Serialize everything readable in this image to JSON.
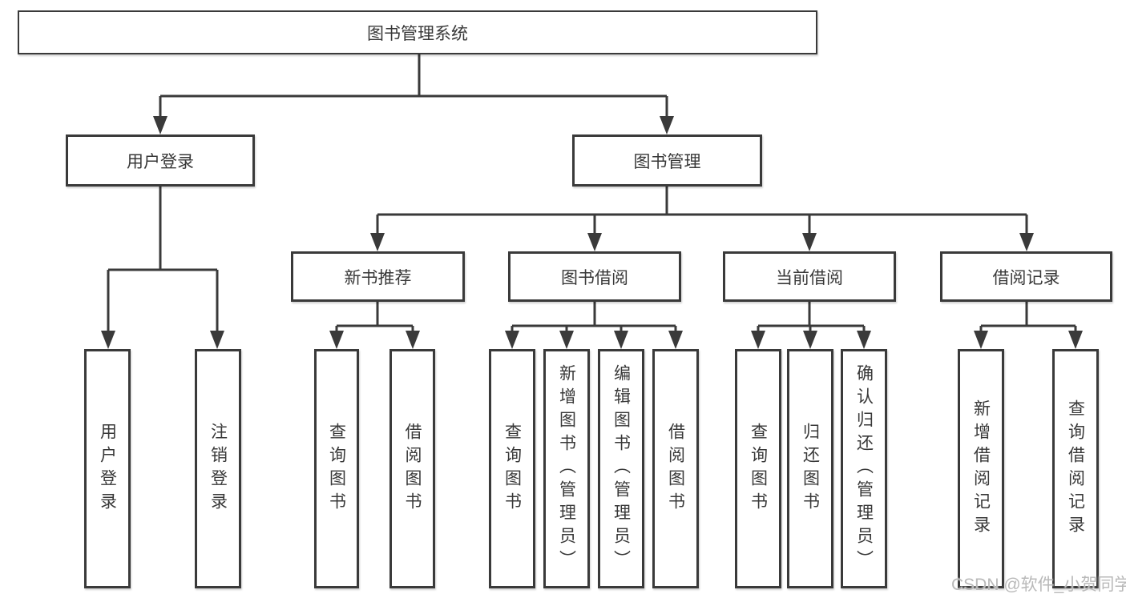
{
  "diagram": {
    "root": "图书管理系统",
    "level1": {
      "user_login": "用户登录",
      "book_management": "图书管理"
    },
    "level2": {
      "new_book_recommend": "新书推荐",
      "book_borrow": "图书借阅",
      "current_borrow": "当前借阅",
      "borrow_records": "借阅记录"
    },
    "leaves": {
      "user_login": [
        "用户登录",
        "注销登录"
      ],
      "new_book_recommend": [
        "查询图书",
        "借阅图书"
      ],
      "book_borrow": [
        "查询图书",
        "新增图书（管理员）",
        "编辑图书（管理员）",
        "借阅图书"
      ],
      "current_borrow": [
        "查询图书",
        "归还图书",
        "确认归还（管理员）"
      ],
      "borrow_records": [
        "新增借阅记录",
        "查询借阅记录"
      ]
    },
    "colors": {
      "line": "#3a3a3a",
      "text": "#383838",
      "box_background": "#ffffff",
      "watermark": "#b9b9b9"
    }
  },
  "watermark": "CSDN @软件_小贺同学"
}
